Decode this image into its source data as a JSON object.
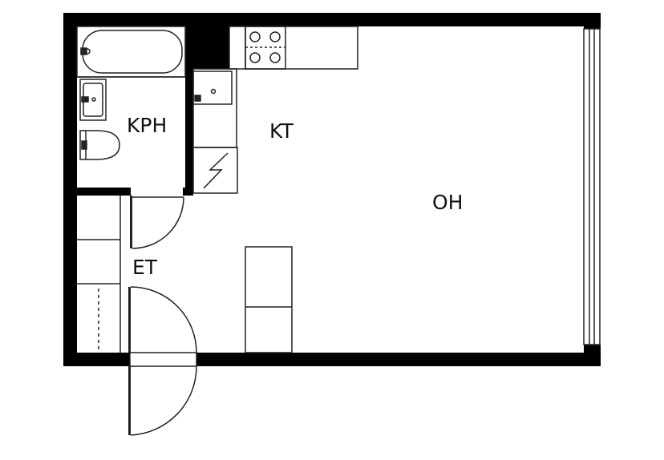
{
  "rooms": {
    "bathroom": "KPH",
    "kitchen": "KT",
    "living_room": "OH",
    "hallway": "ET"
  },
  "colors": {
    "wall": "#000000",
    "line": "#222222",
    "background": "#ffffff"
  }
}
